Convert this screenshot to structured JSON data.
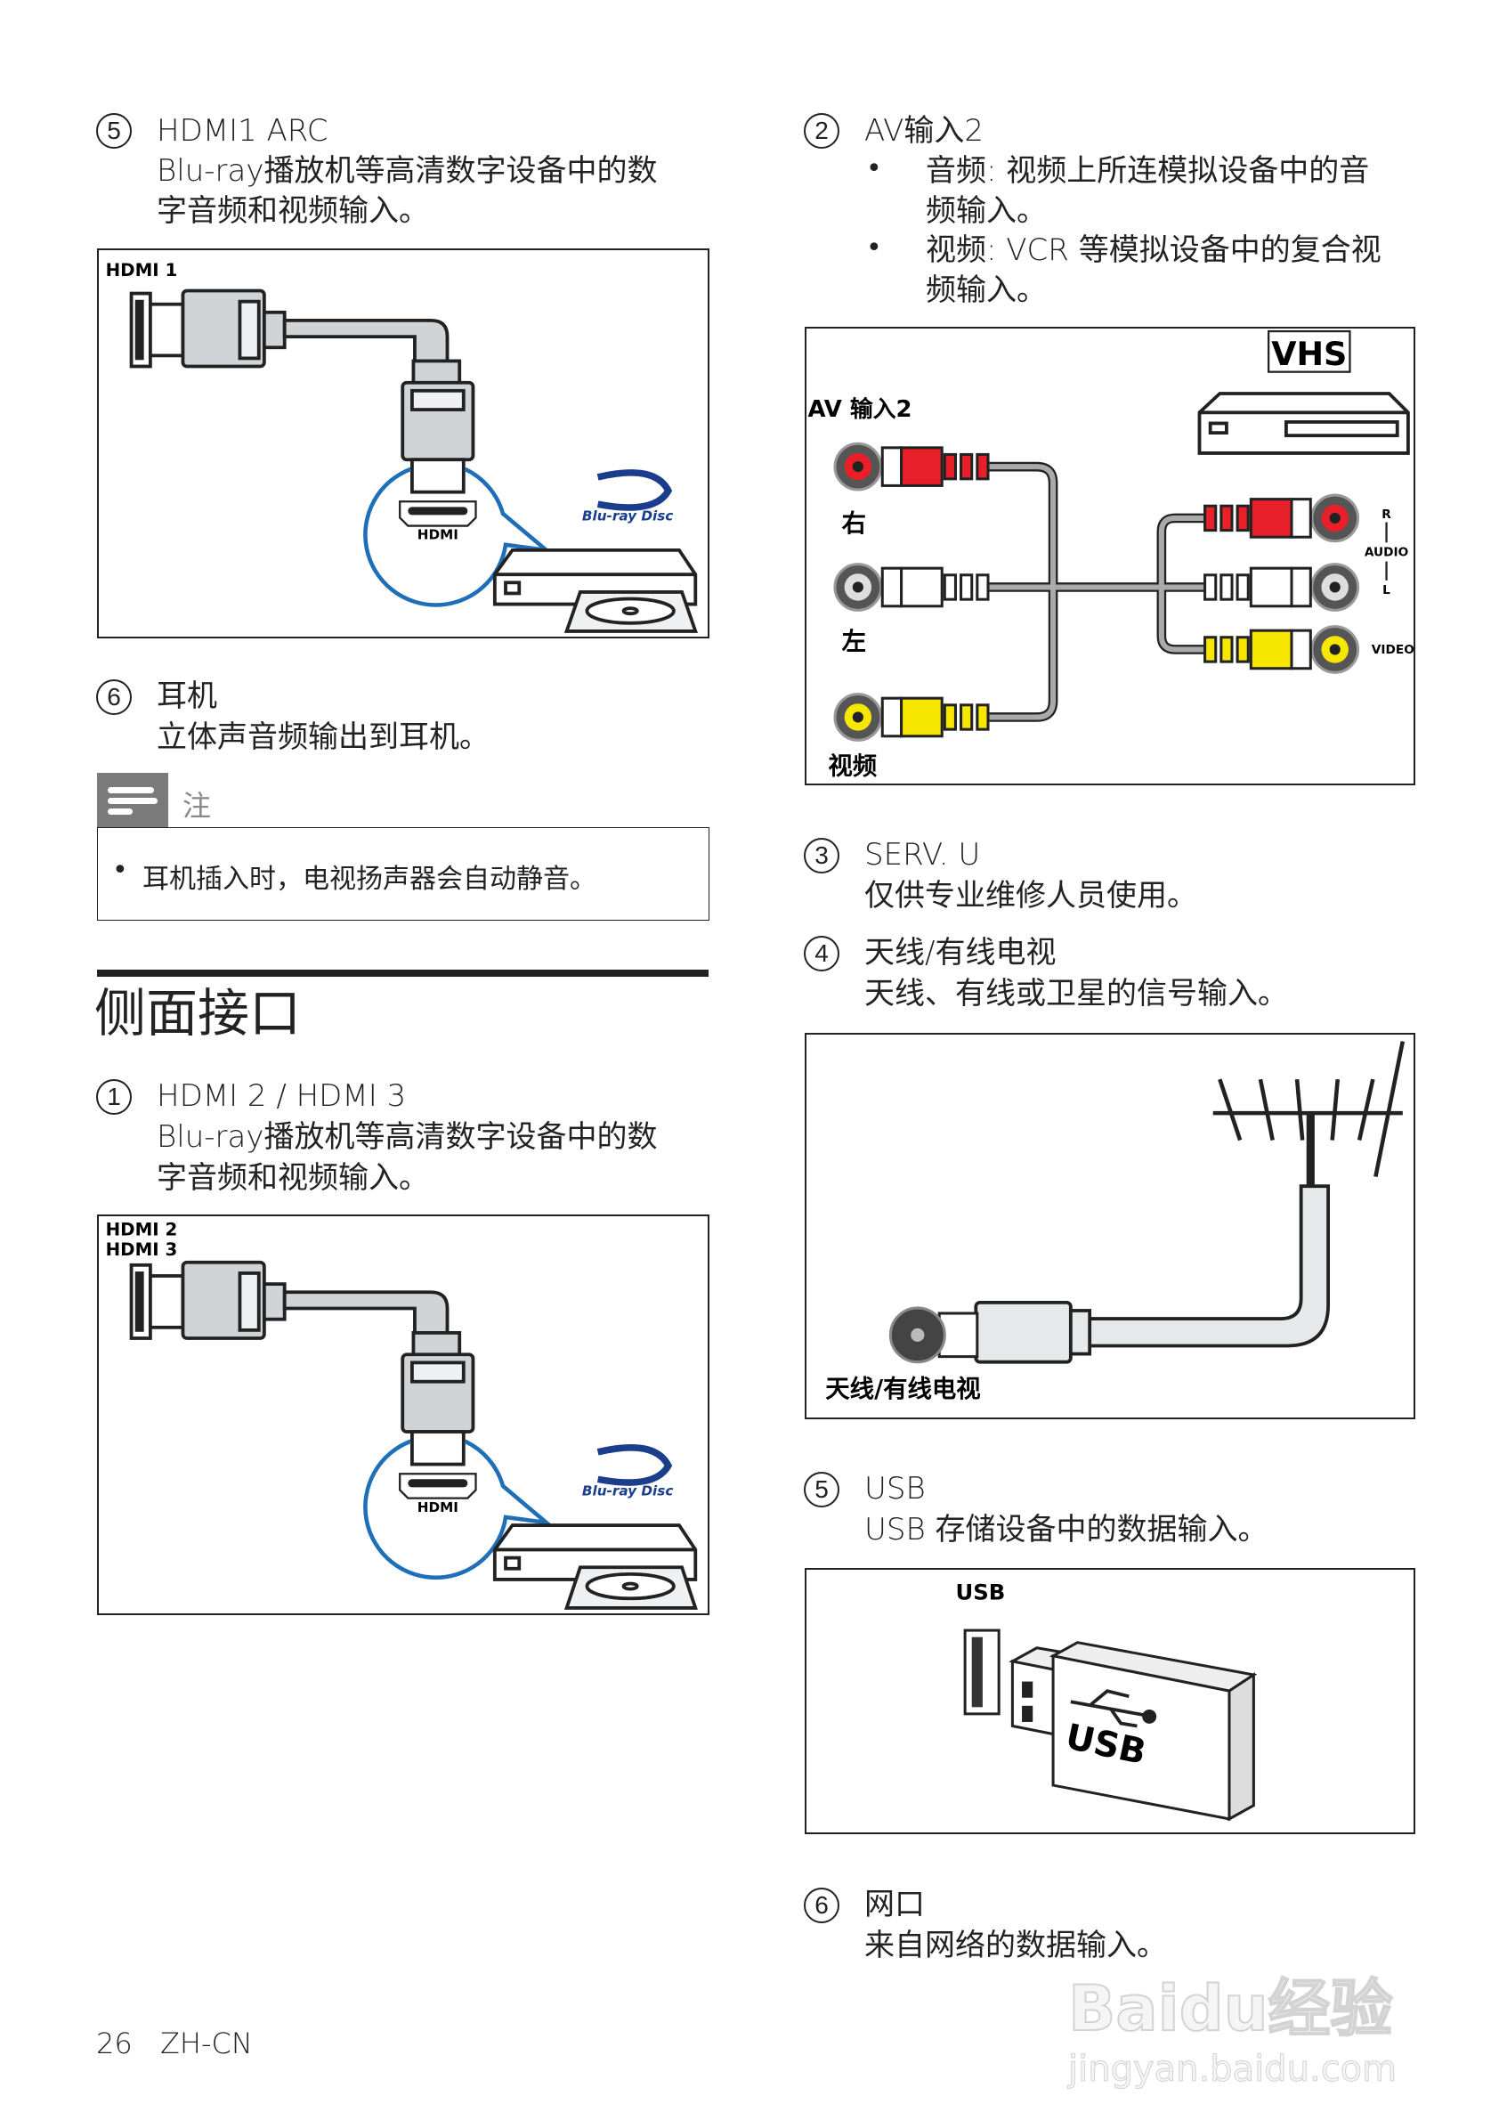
{
  "left": {
    "hdmi1": {
      "num": "5",
      "title": "HDMI1 ARC",
      "desc1": "Blu-ray播放机等高清数字设备中的数",
      "desc2": "字音频和视频输入。",
      "fig_label": "HDMI 1",
      "port_label": "HDMI",
      "logo": "Blu-ray Disc"
    },
    "headphone": {
      "num": "6",
      "title": "耳机",
      "desc": "立体声音频输出到耳机。"
    },
    "note": {
      "icon": "note-icon",
      "title": "注",
      "items": [
        "耳机插入时，电视扬声器会自动静音。"
      ]
    },
    "section_title": "侧面接口",
    "hdmi23": {
      "num": "1",
      "title": "HDMI 2 / HDMI 3",
      "desc1": "Blu-ray播放机等高清数字设备中的数",
      "desc2": "字音频和视频输入。",
      "fig_label1": "HDMI 2",
      "fig_label2": "HDMI 3",
      "port_label": "HDMI",
      "logo": "Blu-ray Disc"
    }
  },
  "right": {
    "av2": {
      "num": "2",
      "title": "AV输入2",
      "bullets": [
        [
          "音频: 视频上所连模拟设备中的音",
          "频输入。"
        ],
        [
          "视频: VCR 等模拟设备中的复合视",
          "频输入。"
        ]
      ],
      "fig": {
        "vhs": "VHS",
        "label": "AV 输入2",
        "right": "右",
        "left": "左",
        "video": "视频",
        "r": "R",
        "audio": "AUDIO",
        "l": "L",
        "video_en": "VIDEO"
      },
      "colors": {
        "red": "#e8202a",
        "white": "#ffffff",
        "yellow": "#f7e600"
      }
    },
    "serv": {
      "num": "3",
      "title": "SERV. U",
      "desc": "仅供专业维修人员使用。"
    },
    "antenna": {
      "num": "4",
      "title": "天线/有线电视",
      "desc": "天线、有线或卫星的信号输入。",
      "fig_label": "天线/有线电视"
    },
    "usb": {
      "num": "5",
      "title": "USB",
      "desc": "USB 存储设备中的数据输入。",
      "fig_label": "USB",
      "stick_label": "USB"
    },
    "network": {
      "num": "6",
      "title": "网口",
      "desc": "来自网络的数据输入。"
    }
  },
  "footer": {
    "page": "26",
    "lang": "ZH-CN"
  },
  "watermark": {
    "line1": "Baidu经验",
    "line2": "jingyan.baidu.com"
  }
}
